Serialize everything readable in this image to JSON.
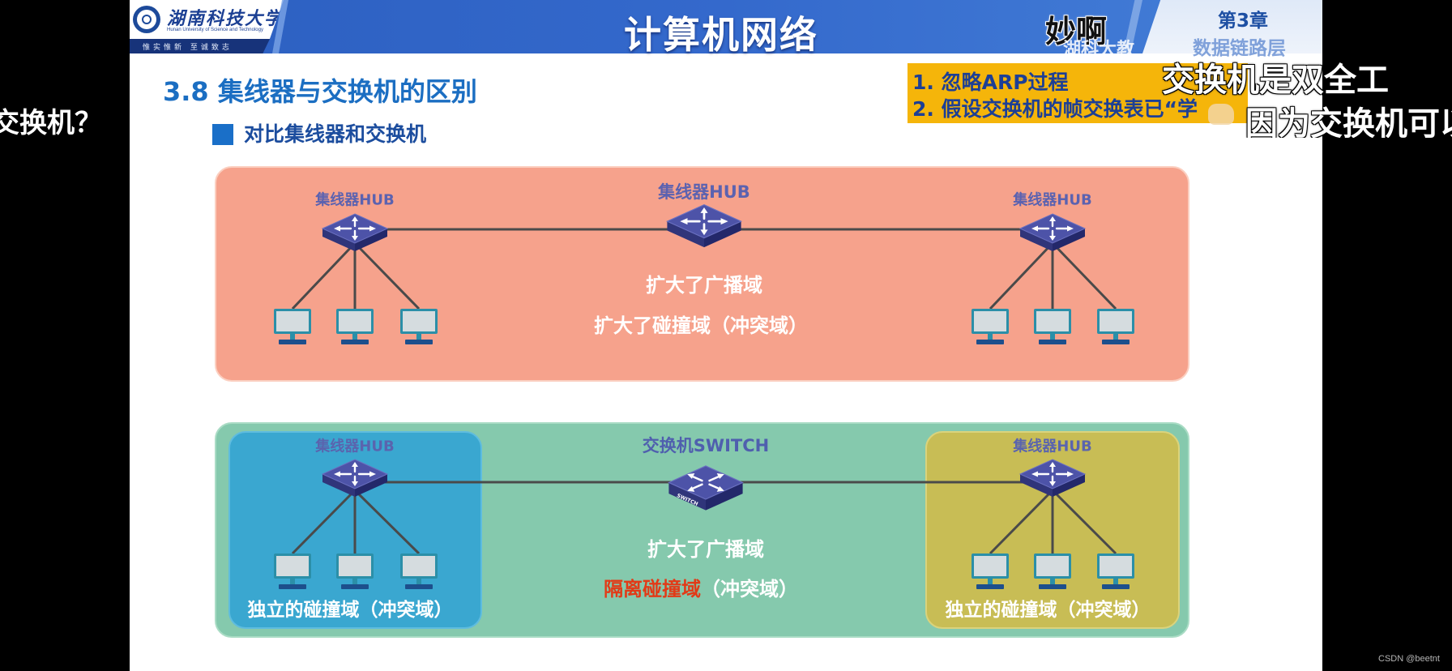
{
  "slide": {
    "header": {
      "logo_name": "湖南科技大学",
      "logo_name_en": "Hunan University of Science and Technology",
      "motto": "惟实惟新  至诚致志",
      "title": "计算机网络",
      "chapter": "第3章",
      "chapter_name": "数据链路层"
    },
    "section_title": "3.8 集线器与交换机的区别",
    "subsection_title": "对比集线器和交换机",
    "notes": [
      "1. 忽略ARP过程",
      "2. 假设交换机的帧交换表已“学"
    ],
    "hub_diagram": {
      "left_hub_label": "集线器HUB",
      "center_hub_label": "集线器HUB",
      "right_hub_label": "集线器HUB",
      "broadcast_text": "扩大了广播域",
      "collision_text": "扩大了碰撞域（冲突域）"
    },
    "switch_diagram": {
      "left_hub_label": "集线器HUB",
      "switch_label": "交换机SWITCH",
      "right_hub_label": "集线器HUB",
      "switch_icon_text": "SWITCH",
      "broadcast_text": "扩大了广播域",
      "collision_isolated": "隔离碰撞域",
      "collision_suffix": "（冲突域）",
      "left_domain_text": "独立的碰撞域（冲突域）",
      "right_domain_text": "独立的碰撞域（冲突域）"
    }
  },
  "overlay": {
    "danmaku_left": "交换机？",
    "danmaku_miao": "妙啊",
    "danmaku_watermark": "湖科大教",
    "danmaku_right_1": "交换机是双全工",
    "danmaku_right_2": "因为交换机可以",
    "footer_watermark": "CSDN @beetnt"
  },
  "colors": {
    "header_blue": "#2f66c9",
    "section_blue": "#1b6ec2",
    "note_bg": "#f5b50a",
    "note_text": "#1d3f95",
    "hub_panel": "#f6a28c",
    "switch_panel": "#85c9ad",
    "left_domain": "#3aa7d0",
    "right_domain": "#c8bd55",
    "isolate_red": "#e23a17",
    "device_label": "#5b62b0"
  },
  "icons": {
    "seal": "university-seal-icon",
    "hub": "hub-icon",
    "switch": "switch-icon",
    "computer": "computer-icon",
    "emoji": "thumbs-up-emoji"
  }
}
